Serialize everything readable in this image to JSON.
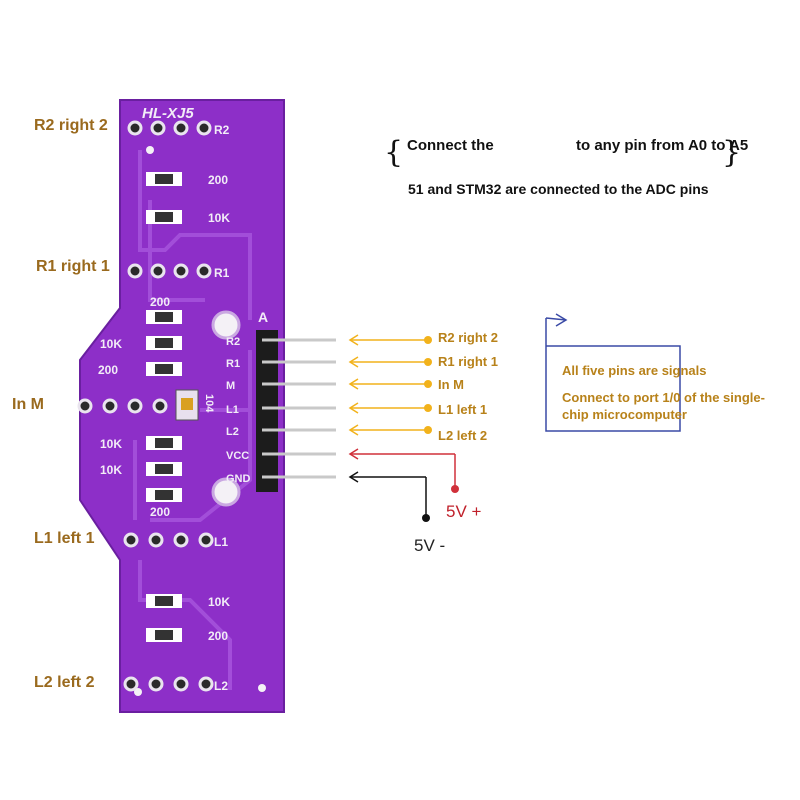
{
  "board": {
    "name": "HL-XJ5",
    "connector_mark": "A",
    "header_pins": [
      "R2",
      "R1",
      "M",
      "L1",
      "L2",
      "VCC",
      "GND"
    ],
    "silk_labels": {
      "r2": "R2",
      "r1": "R1",
      "l1": "L1",
      "l2": "L2",
      "res_200": "200",
      "res_10k": "10K",
      "pot": "104"
    }
  },
  "side_labels": {
    "r2": "R2 right 2",
    "r1": "R1 right 1",
    "m": "In M",
    "l1": "L1 left 1",
    "l2": "L2 left 2"
  },
  "pin_labels": [
    "R2 right 2",
    "R1 right 1",
    "In M",
    "L1 left 1",
    "L2 left 2"
  ],
  "power": {
    "positive": "5V +",
    "negative": "5V -"
  },
  "top_note": {
    "line1_left": "Connect the",
    "line1_right": "to any pin from A0 to A5",
    "line2": "51 and STM32 are connected to the ADC pins"
  },
  "info_box": {
    "line1": "All five pins are signals",
    "line2": "Connect to port 1/0 of the single-chip microcomputer"
  },
  "colors": {
    "board": "#8d2fc8",
    "board_dark": "#6a1fa0",
    "label_gold": "#b8821a",
    "arrow_orange": "#f2b21b",
    "arrow_red": "#d0303a",
    "box_blue": "#3a4aa6"
  }
}
